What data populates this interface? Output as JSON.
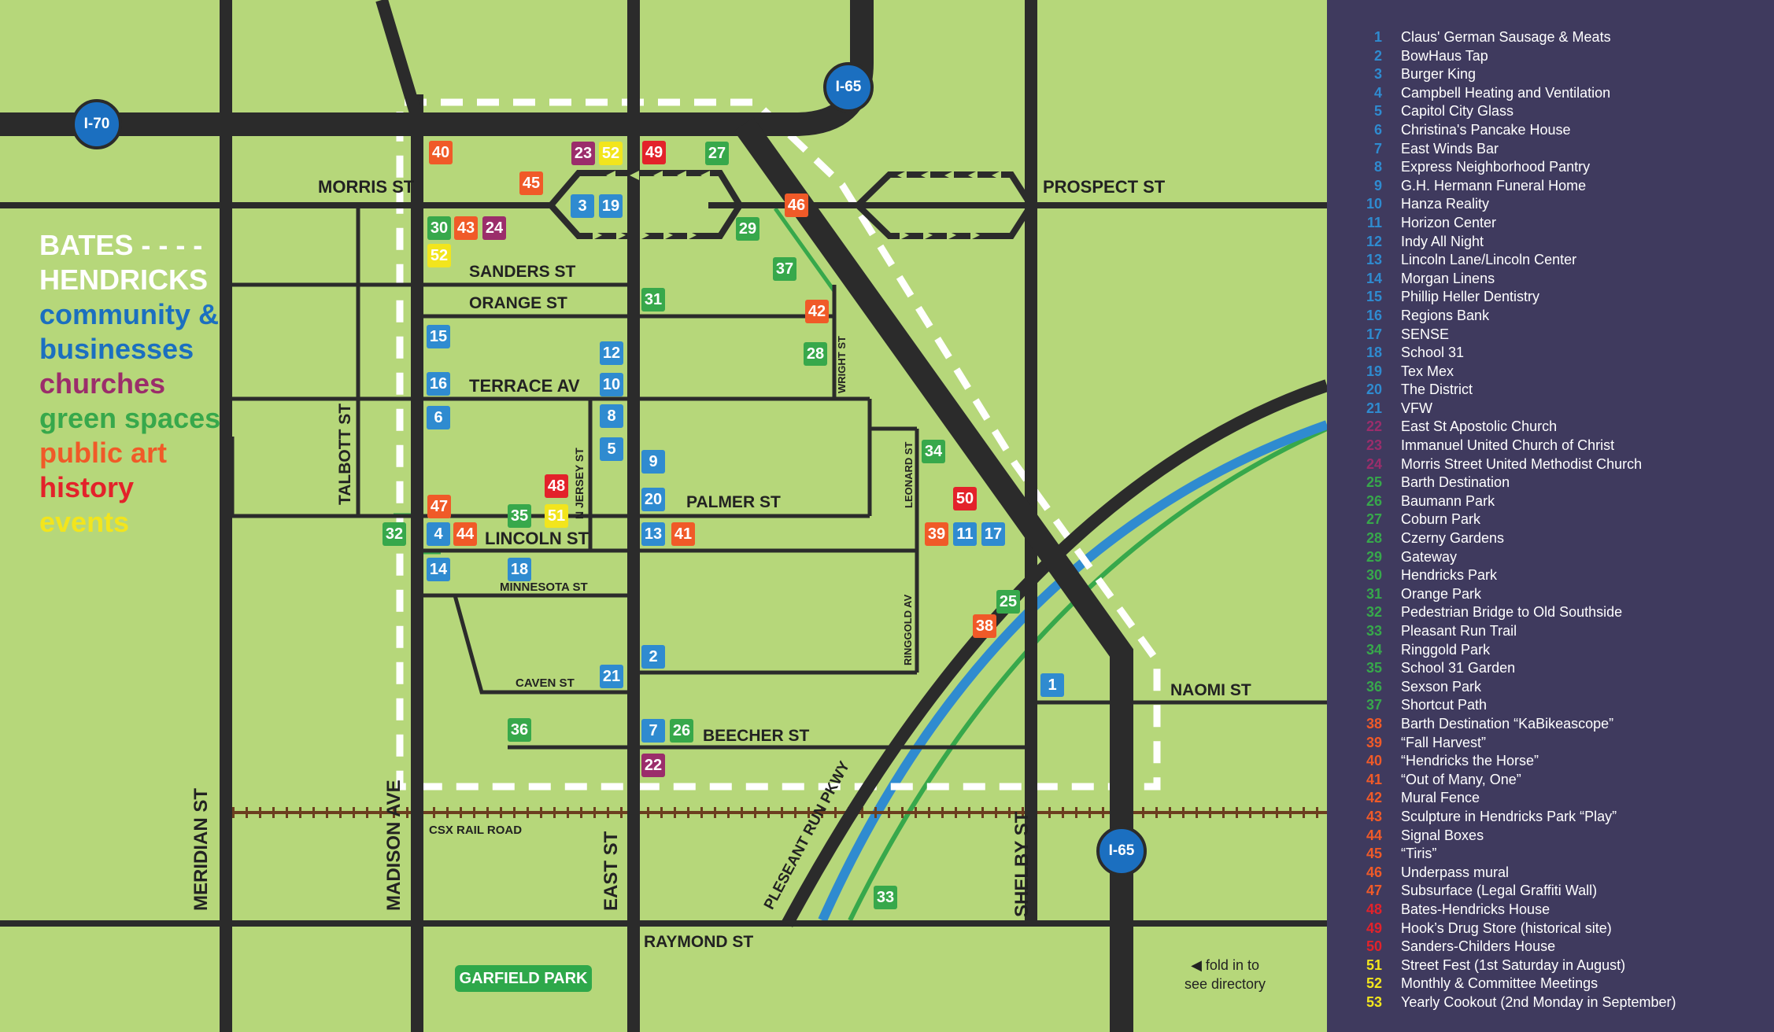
{
  "colors": {
    "businesses": "#2f8bd0",
    "churches": "#9b2d6b",
    "green": "#37a84b",
    "art": "#f05a28",
    "history": "#e3222a",
    "events": "#f2e51d",
    "road": "#2b2b2b",
    "panel": "#3f3a5e"
  },
  "legend": {
    "title_line1": "BATES - - - -",
    "title_line2": "HENDRICKS",
    "cat_businesses": "community & businesses",
    "cat_churches": "churches",
    "cat_green": "green spaces",
    "cat_art": "public art",
    "cat_history": "history",
    "cat_events": "events"
  },
  "streets": {
    "morris": "MORRIS ST",
    "prospect": "PROSPECT ST",
    "sanders": "SANDERS ST",
    "orange": "ORANGE ST",
    "terrace": "TERRACE AV",
    "palmer": "PALMER ST",
    "lincoln": "LINCOLN ST",
    "minnesota": "MINNESOTA ST",
    "caven": "CAVEN ST",
    "beecher": "BEECHER ST",
    "naomi": "NAOMI ST",
    "raymond": "RAYMOND ST",
    "csx": "CSX RAIL ROAD",
    "talbott": "TALBOTT ST",
    "meridian": "MERIDIAN ST",
    "madison": "MADISON AVE",
    "east": "EAST ST",
    "shelby": "SHELBY ST",
    "njersey": "N JERSEY ST",
    "wright": "WRIGHT ST",
    "leonard": "LEONARD ST",
    "ringgold": "RINGGOLD AV",
    "pleasant": "PLESEANT RUN PKWY"
  },
  "highways": {
    "i70": "I-70",
    "i65_top": "I-65",
    "i65_bottom": "I-65"
  },
  "park_label": "GARFIELD PARK",
  "fold_note": {
    "line1": "fold in to",
    "line2": "see directory"
  },
  "markers": [
    {
      "n": "1",
      "c": "businesses"
    },
    {
      "n": "2",
      "c": "businesses"
    },
    {
      "n": "3",
      "c": "businesses"
    },
    {
      "n": "4",
      "c": "businesses"
    },
    {
      "n": "5",
      "c": "businesses"
    },
    {
      "n": "6",
      "c": "businesses"
    },
    {
      "n": "7",
      "c": "businesses"
    },
    {
      "n": "8",
      "c": "businesses"
    },
    {
      "n": "9",
      "c": "businesses"
    },
    {
      "n": "10",
      "c": "businesses"
    },
    {
      "n": "11",
      "c": "businesses"
    },
    {
      "n": "12",
      "c": "businesses"
    },
    {
      "n": "13",
      "c": "businesses"
    },
    {
      "n": "14",
      "c": "businesses"
    },
    {
      "n": "15",
      "c": "businesses"
    },
    {
      "n": "16",
      "c": "businesses"
    },
    {
      "n": "17",
      "c": "businesses"
    },
    {
      "n": "18",
      "c": "businesses"
    },
    {
      "n": "19",
      "c": "businesses"
    },
    {
      "n": "20",
      "c": "businesses"
    },
    {
      "n": "21",
      "c": "businesses"
    },
    {
      "n": "22",
      "c": "churches"
    },
    {
      "n": "23",
      "c": "churches"
    },
    {
      "n": "24",
      "c": "churches"
    },
    {
      "n": "25",
      "c": "green"
    },
    {
      "n": "26",
      "c": "green"
    },
    {
      "n": "27",
      "c": "green"
    },
    {
      "n": "28",
      "c": "green"
    },
    {
      "n": "29",
      "c": "green"
    },
    {
      "n": "30",
      "c": "green"
    },
    {
      "n": "31",
      "c": "green"
    },
    {
      "n": "32",
      "c": "green"
    },
    {
      "n": "33",
      "c": "green"
    },
    {
      "n": "34",
      "c": "green"
    },
    {
      "n": "35",
      "c": "green"
    },
    {
      "n": "36",
      "c": "green"
    },
    {
      "n": "37",
      "c": "green"
    },
    {
      "n": "38",
      "c": "art"
    },
    {
      "n": "39",
      "c": "art"
    },
    {
      "n": "40",
      "c": "art"
    },
    {
      "n": "41",
      "c": "art"
    },
    {
      "n": "42",
      "c": "art"
    },
    {
      "n": "43",
      "c": "art"
    },
    {
      "n": "44",
      "c": "art"
    },
    {
      "n": "45",
      "c": "art"
    },
    {
      "n": "46",
      "c": "art"
    },
    {
      "n": "47",
      "c": "art"
    },
    {
      "n": "48",
      "c": "history"
    },
    {
      "n": "49",
      "c": "history"
    },
    {
      "n": "50",
      "c": "history"
    },
    {
      "n": "51",
      "c": "events"
    },
    {
      "n": "52",
      "c": "events"
    },
    {
      "n": "52",
      "c": "events"
    }
  ],
  "directory": [
    {
      "n": "1",
      "name": "Claus' German Sausage & Meats",
      "c": "businesses"
    },
    {
      "n": "2",
      "name": "BowHaus Tap",
      "c": "businesses"
    },
    {
      "n": "3",
      "name": "Burger King",
      "c": "businesses"
    },
    {
      "n": "4",
      "name": "Campbell Heating and Ventilation",
      "c": "businesses"
    },
    {
      "n": "5",
      "name": "Capitol City Glass",
      "c": "businesses"
    },
    {
      "n": "6",
      "name": "Christina's Pancake House",
      "c": "businesses"
    },
    {
      "n": "7",
      "name": "East Winds Bar",
      "c": "businesses"
    },
    {
      "n": "8",
      "name": "Express Neighborhood Pantry",
      "c": "businesses"
    },
    {
      "n": "9",
      "name": "G.H. Hermann Funeral Home",
      "c": "businesses"
    },
    {
      "n": "10",
      "name": "Hanza Reality",
      "c": "businesses"
    },
    {
      "n": "11",
      "name": "Horizon Center",
      "c": "businesses"
    },
    {
      "n": "12",
      "name": "Indy All Night",
      "c": "businesses"
    },
    {
      "n": "13",
      "name": "Lincoln Lane/Lincoln Center",
      "c": "businesses"
    },
    {
      "n": "14",
      "name": "Morgan Linens",
      "c": "businesses"
    },
    {
      "n": "15",
      "name": "Phillip Heller Dentistry",
      "c": "businesses"
    },
    {
      "n": "16",
      "name": "Regions Bank",
      "c": "businesses"
    },
    {
      "n": "17",
      "name": "SENSE",
      "c": "businesses"
    },
    {
      "n": "18",
      "name": "School 31",
      "c": "businesses"
    },
    {
      "n": "19",
      "name": "Tex Mex",
      "c": "businesses"
    },
    {
      "n": "20",
      "name": "The District",
      "c": "businesses"
    },
    {
      "n": "21",
      "name": "VFW",
      "c": "businesses"
    },
    {
      "n": "22",
      "name": "East St Apostolic Church",
      "c": "churches"
    },
    {
      "n": "23",
      "name": "Immanuel United Church of Christ",
      "c": "churches"
    },
    {
      "n": "24",
      "name": "Morris Street United Methodist Church",
      "c": "churches"
    },
    {
      "n": "25",
      "name": "Barth Destination",
      "c": "green"
    },
    {
      "n": "26",
      "name": "Baumann Park",
      "c": "green"
    },
    {
      "n": "27",
      "name": "Coburn Park",
      "c": "green"
    },
    {
      "n": "28",
      "name": "Czerny Gardens",
      "c": "green"
    },
    {
      "n": "29",
      "name": "Gateway",
      "c": "green"
    },
    {
      "n": "30",
      "name": "Hendricks Park",
      "c": "green"
    },
    {
      "n": "31",
      "name": "Orange Park",
      "c": "green"
    },
    {
      "n": "32",
      "name": "Pedestrian Bridge to Old Southside",
      "c": "green"
    },
    {
      "n": "33",
      "name": "Pleasant Run Trail",
      "c": "green"
    },
    {
      "n": "34",
      "name": "Ringgold Park",
      "c": "green"
    },
    {
      "n": "35",
      "name": "School 31 Garden",
      "c": "green"
    },
    {
      "n": "36",
      "name": "Sexson Park",
      "c": "green"
    },
    {
      "n": "37",
      "name": "Shortcut Path",
      "c": "green"
    },
    {
      "n": "38",
      "name": "Barth Destination “KaBikeascope”",
      "c": "art"
    },
    {
      "n": "39",
      "name": "“Fall Harvest”",
      "c": "art"
    },
    {
      "n": "40",
      "name": "“Hendricks the Horse”",
      "c": "art"
    },
    {
      "n": "41",
      "name": "“Out of Many, One”",
      "c": "art"
    },
    {
      "n": "42",
      "name": "Mural Fence",
      "c": "art"
    },
    {
      "n": "43",
      "name": "Sculpture in Hendricks Park “Play”",
      "c": "art"
    },
    {
      "n": "44",
      "name": "Signal Boxes",
      "c": "art"
    },
    {
      "n": "45",
      "name": "“Tiris”",
      "c": "art"
    },
    {
      "n": "46",
      "name": "Underpass mural",
      "c": "art"
    },
    {
      "n": "47",
      "name": "Subsurface (Legal Graffiti Wall)",
      "c": "art"
    },
    {
      "n": "48",
      "name": "Bates-Hendricks House",
      "c": "history"
    },
    {
      "n": "49",
      "name": "Hook’s Drug Store (historical site)",
      "c": "history"
    },
    {
      "n": "50",
      "name": "Sanders-Childers House",
      "c": "history"
    },
    {
      "n": "51",
      "name": "Street Fest (1st Saturday in August)",
      "c": "events"
    },
    {
      "n": "52",
      "name": "Monthly & Committee Meetings",
      "c": "events"
    },
    {
      "n": "53",
      "name": "Yearly Cookout (2nd Monday in September)",
      "c": "events"
    }
  ]
}
